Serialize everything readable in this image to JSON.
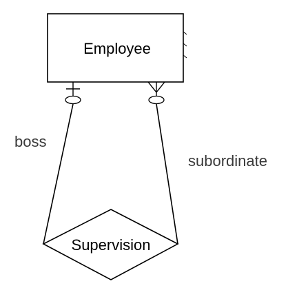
{
  "diagram": {
    "entity": {
      "name": "Employee"
    },
    "relationship": {
      "name": "Supervision"
    },
    "roles": {
      "boss": {
        "label": "boss",
        "cardinality": "one"
      },
      "subordinate": {
        "label": "subordinate",
        "cardinality": "many"
      }
    },
    "colors": {
      "stroke": "#000000",
      "role_text": "#3a3a3a",
      "background": "#ffffff"
    }
  }
}
